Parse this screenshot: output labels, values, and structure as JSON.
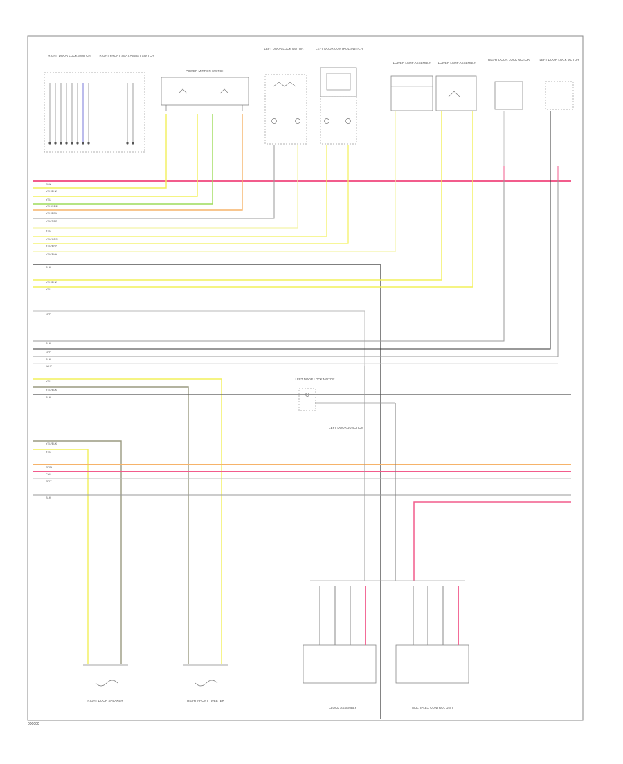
{
  "colors": {
    "pink": "#f25c8c",
    "yellow": "#f2f05a",
    "pale_yellow": "#f4f3a8",
    "orange": "#f6b36a",
    "green": "#9edb5a",
    "gray": "#9a9a9a",
    "black": "#333333",
    "border": "#7a7a7a"
  },
  "diagram_code": "000000",
  "components": {
    "right_door_switch": "RIGHT DOOR LOCK SWITCH",
    "right_front_assist": "RIGHT FRONT SEAT ASSIST SWITCH",
    "power_mirror_switch": "POWER MIRROR SWITCH",
    "left_door_lock": "LEFT DOOR LOCK MOTOR",
    "left_door_control": "LEFT DOOR CONTROL SWITCH",
    "lower_lamp_a": "LOWER LAMP ASSEMBLY",
    "lower_lamp_b": "LOWER LAMP ASSEMBLY",
    "right_door_motor": "RIGHT DOOR LOCK MOTOR",
    "left_door_motor": "LEFT DOOR LOCK MOTOR",
    "left_door_lower": "LEFT DOOR LOCK MOTOR",
    "mid_splice": "LEFT DOOR JUNCTION",
    "bottom_left_a": "RIGHT DOOR SPEAKER",
    "bottom_left_b": "RIGHT FRONT TWEETER",
    "ecu_a": "CLOCK ASSEMBLY",
    "ecu_b": "MULTIPLEX CONTROL UNIT"
  },
  "wire_labels": [
    "PNK",
    "YEL/BLK",
    "YEL",
    "YEL/GRN",
    "YEL/BRN",
    "YEL/RED",
    "YEL",
    "YEL/GRN",
    "YEL/BRN",
    "YEL/BLU",
    "BLK",
    "YEL/BLK",
    "YEL",
    "GRY",
    "BLK",
    "GRY",
    "BLK",
    "WHT",
    "YEL",
    "YEL/BLK",
    "BLK",
    "YEL/BLK",
    "YEL",
    "ORN",
    "PNK",
    "GRY",
    "BLK"
  ]
}
